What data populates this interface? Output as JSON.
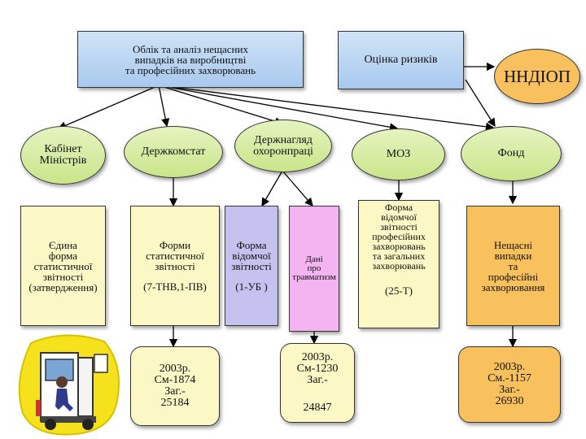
{
  "top": {
    "accounting": "Облік та аналіз нещасних\nвипадків на виробництві\nта професійних захворювань",
    "risk": "Оцінка ризиків",
    "institute": "ННДІОП"
  },
  "orgs": {
    "cabinet": "Кабінет\nМіністрів",
    "statcom": "Держкомстат",
    "supervision": "Держнагляд\nохоронпраці",
    "moz": "МОЗ",
    "fund": "Фонд"
  },
  "forms": {
    "unified": "Єдина\nформа\nстатистичної\nзвітності\n(затвердження)",
    "stat_title": "Форми\nстатистичної\nзвітності",
    "stat_code": "(7-ТНВ,1-ПВ)",
    "dept_title": "Форма\nвідомчої\nзвітності",
    "dept_code": "(1-УБ )",
    "injury": "Дані\nпро\nтравматизм",
    "moz_title": "Форма\nвідомчої\nзвітності\nпрофесійних\nзахворювань\nта загальних\nзахворювань",
    "moz_code": "(25-Т)",
    "fund_title": "Нещасні\nвипадки\nта\nпрофесійні\nзахворювання"
  },
  "stats": {
    "statcom": "2003р.\nСм-1874\nЗаг.-\n25184",
    "supervision_top": "2003р.\nСм-1230\nЗаг.-",
    "supervision_bottom": "24847",
    "fund": "2003р.\nСм.-1157\nЗаг.-\n26930"
  },
  "colors": {
    "blue": "#a9c9ee",
    "green": "#c9e58a",
    "yellow": "#fbf8c6",
    "lavender": "#c5c2f0",
    "pink": "#f3b4f1",
    "orange": "#f9c15e"
  }
}
